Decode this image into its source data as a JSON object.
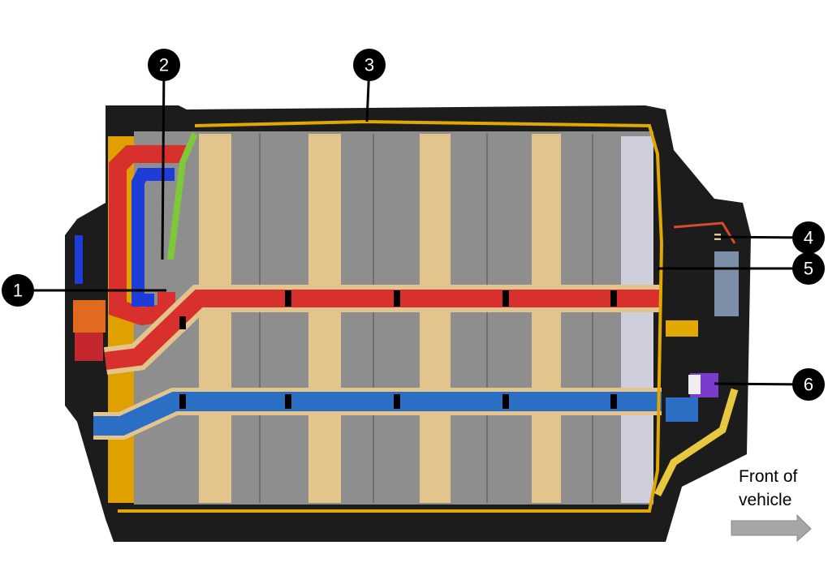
{
  "diagram": {
    "callouts": [
      {
        "id": "1",
        "label": "1"
      },
      {
        "id": "2",
        "label": "2"
      },
      {
        "id": "3",
        "label": "3"
      },
      {
        "id": "4",
        "label": "4"
      },
      {
        "id": "5",
        "label": "5"
      },
      {
        "id": "6",
        "label": "6"
      }
    ],
    "direction_label_line1": "Front of",
    "direction_label_line2": "vehicle",
    "colors": {
      "tray": "#1c1c1c",
      "modules": "#8e8e8e",
      "module_strip": "#e3c48c",
      "positive_busbar": "#d8302c",
      "negative_busbar": "#2a6fc4",
      "coolant_line": "#e0a800",
      "arrow": "#a6a6a6"
    }
  }
}
